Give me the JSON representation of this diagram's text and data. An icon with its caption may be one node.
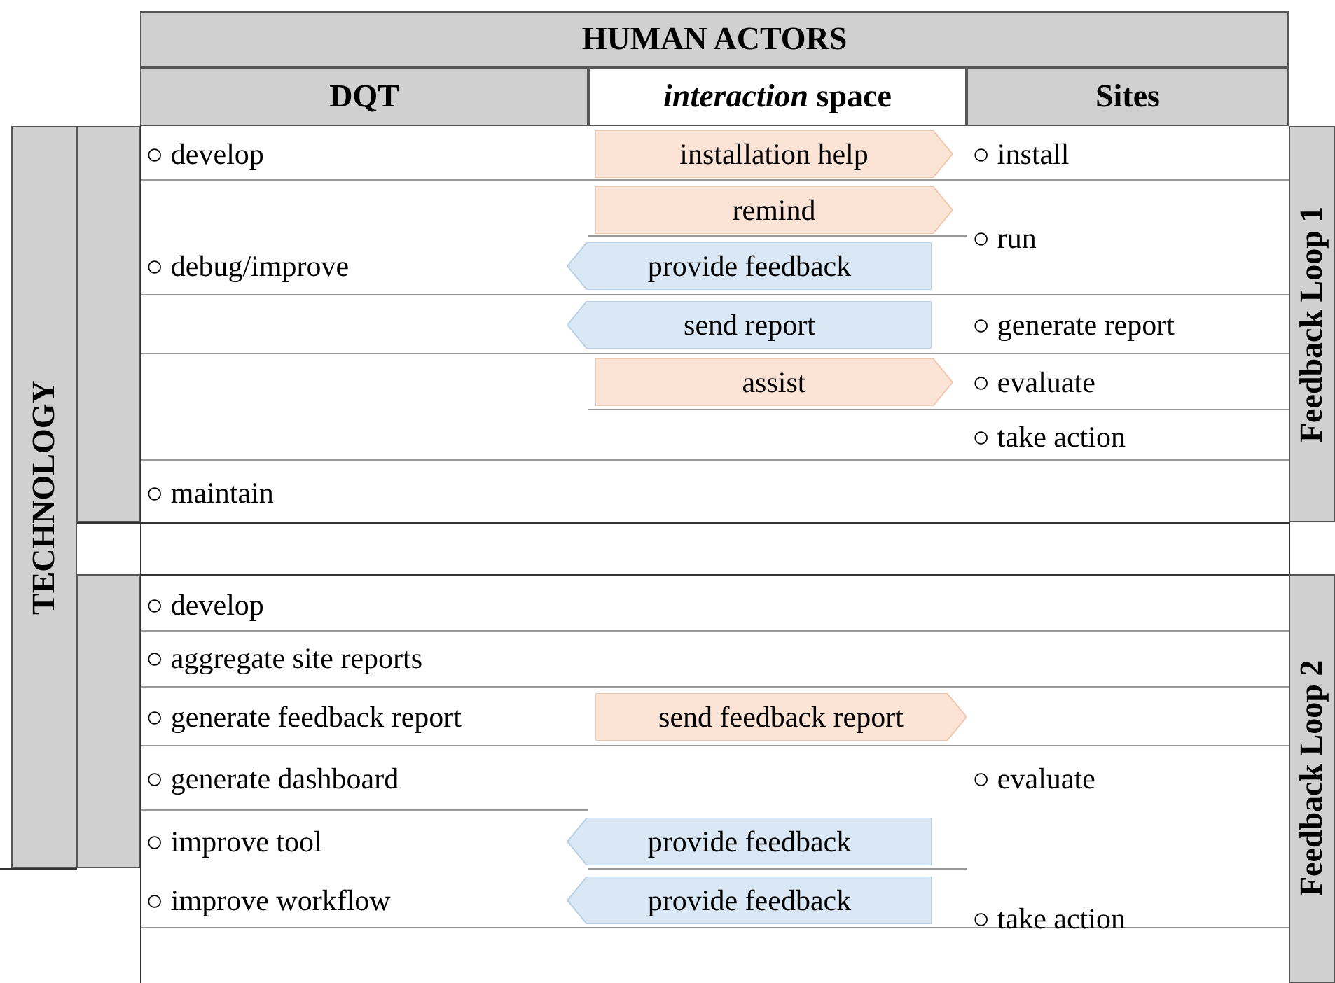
{
  "diagram": {
    "nodes": [
      {
        "text": [
          "HUMAN ACTORS"
        ]
      },
      {
        "text": [
          "DQT"
        ]
      },
      {
        "text": [
          "*interaction* space"
        ]
      },
      {
        "text": [
          "Sites"
        ]
      },
      {
        "text": [
          "TECHNOLOGY"
        ]
      },
      {
        "text": [],
        "shape": "bar"
      },
      {
        "text": [],
        "shape": "bar"
      },
      {
        "text": [
          "Feedback Loop 1"
        ]
      },
      {
        "text": [
          "Feedback Loop 2"
        ]
      },
      {
        "text": [
          "installation help"
        ]
      },
      {
        "text": [
          "remind"
        ]
      },
      {
        "text": [
          "provide feedback"
        ]
      },
      {
        "text": [
          "send report"
        ]
      },
      {
        "text": [
          "assist"
        ]
      },
      {
        "text": [
          "send feedback report"
        ]
      },
      {
        "text": [
          "provide feedback"
        ]
      },
      {
        "text": [
          "provide feedback"
        ]
      }
    ],
    "edges": [],
    "labels": [
      "○ develop",
      "○ install",
      "○ run",
      "○ debug/improve",
      "○ generate report",
      "○ evaluate",
      "○ take action",
      "○ maintain",
      "○ develop",
      "○ aggregate site reports",
      "○ generate feedback report",
      "○ generate dashboard",
      "○ evaluate",
      "○ improve tool",
      "○ improve workflow",
      "○ take action"
    ]
  }
}
